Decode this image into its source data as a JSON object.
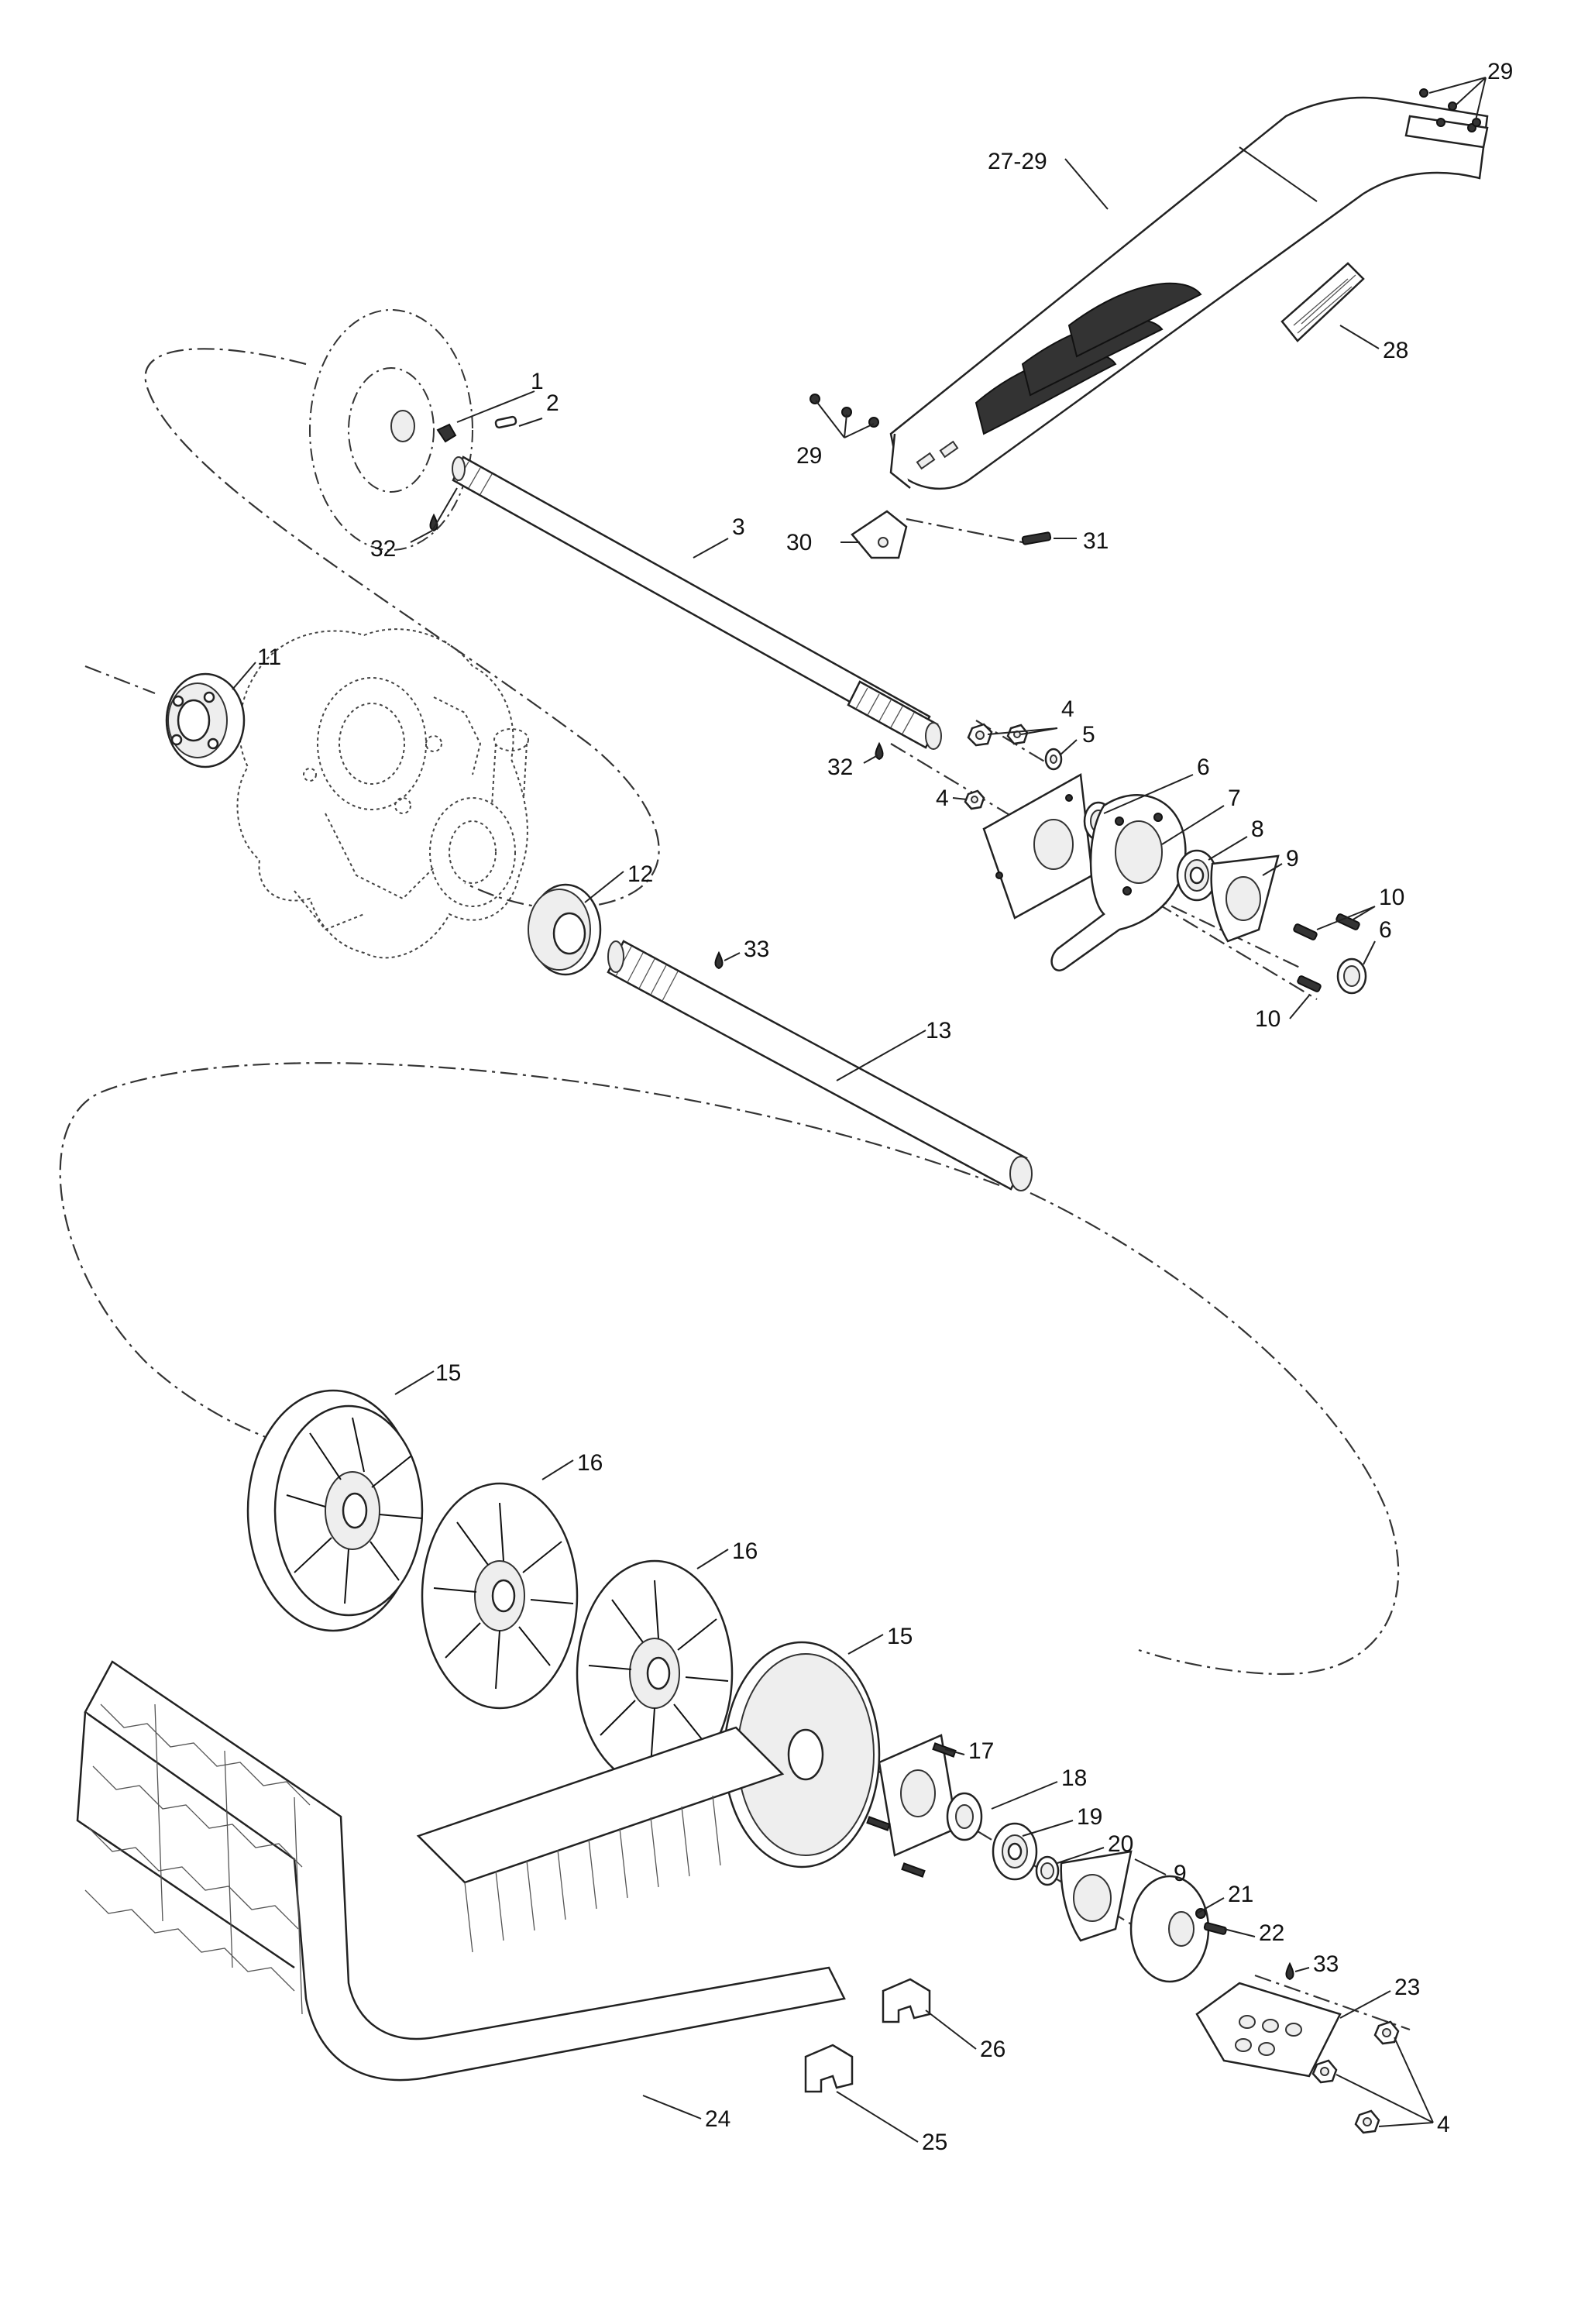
{
  "callouts": [
    {
      "id": "c29a",
      "text": "29"
    },
    {
      "id": "c27",
      "text": "27-29"
    },
    {
      "id": "c28",
      "text": "28"
    },
    {
      "id": "c1",
      "text": "1"
    },
    {
      "id": "c2",
      "text": "2"
    },
    {
      "id": "c29b",
      "text": "29"
    },
    {
      "id": "c3",
      "text": "3"
    },
    {
      "id": "c30",
      "text": "30"
    },
    {
      "id": "c31",
      "text": "31"
    },
    {
      "id": "c32a",
      "text": "32"
    },
    {
      "id": "c11",
      "text": "11"
    },
    {
      "id": "c4a",
      "text": "4"
    },
    {
      "id": "c5",
      "text": "5"
    },
    {
      "id": "c32b",
      "text": "32"
    },
    {
      "id": "c6a",
      "text": "6"
    },
    {
      "id": "c4b",
      "text": "4"
    },
    {
      "id": "c7",
      "text": "7"
    },
    {
      "id": "c8",
      "text": "8"
    },
    {
      "id": "c9a",
      "text": "9"
    },
    {
      "id": "c12",
      "text": "12"
    },
    {
      "id": "c10a",
      "text": "10"
    },
    {
      "id": "c6b",
      "text": "6"
    },
    {
      "id": "c33a",
      "text": "33"
    },
    {
      "id": "c10b",
      "text": "10"
    },
    {
      "id": "c13",
      "text": "13"
    },
    {
      "id": "c15a",
      "text": "15"
    },
    {
      "id": "c16a",
      "text": "16"
    },
    {
      "id": "c16b",
      "text": "16"
    },
    {
      "id": "c15b",
      "text": "15"
    },
    {
      "id": "c17",
      "text": "17"
    },
    {
      "id": "c18",
      "text": "18"
    },
    {
      "id": "c19",
      "text": "19"
    },
    {
      "id": "c20",
      "text": "20"
    },
    {
      "id": "c9b",
      "text": "9"
    },
    {
      "id": "c21",
      "text": "21"
    },
    {
      "id": "c22",
      "text": "22"
    },
    {
      "id": "c33b",
      "text": "33"
    },
    {
      "id": "c23",
      "text": "23"
    },
    {
      "id": "c26",
      "text": "26"
    },
    {
      "id": "c4c",
      "text": "4"
    },
    {
      "id": "c24",
      "text": "24"
    },
    {
      "id": "c25",
      "text": "25"
    }
  ]
}
